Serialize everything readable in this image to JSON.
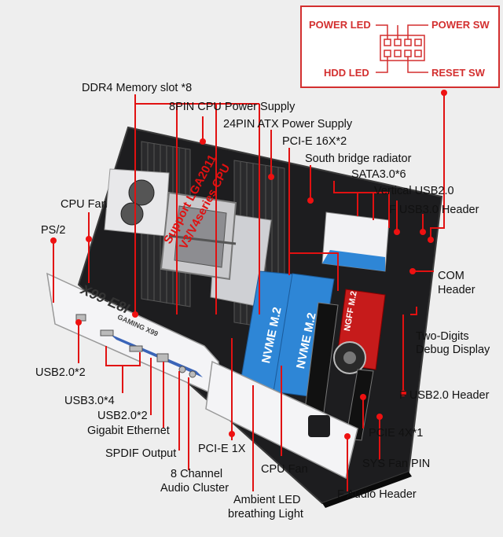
{
  "header_pins": {
    "power_led": "POWER LED",
    "power_sw": "POWER SW",
    "hdd_led": "HDD LED",
    "reset_sw": "RESET SW"
  },
  "labels": {
    "ddr4": "DDR4 Memory slot *8",
    "cpu_power": "8PIN CPU Power Supply",
    "atx_power": "24PIN ATX Power Supply",
    "pcie16": "PCI-E 16X*2",
    "south_bridge": "South bridge radiator",
    "sata": "SATA3.0*6",
    "vusb2": "Vertical USB2.0",
    "fusb3": "F USB3.0 Header",
    "cpu_fan_top": "CPU Fan",
    "ps2": "PS/2",
    "com_1": "COM",
    "com_2": "Header",
    "debug_1": "Two-Digits",
    "debug_2": "Debug Display",
    "usb2_2": "USB2.0*2",
    "fusb2": "F USB2.0 Header",
    "usb3_4": "USB3.0*4",
    "usb2_2b": "USB2.0*2",
    "gbe": "Gigabit Ethernet",
    "pcie4": "PCIE 4X*1",
    "spdif": "SPDIF Output",
    "pcie1": "PCI-E 1X",
    "sys_fan": "SYS Fan PIN",
    "audio_1": "8 Channel",
    "audio_2": "Audio Cluster",
    "cpu_fan_bottom": "CPU Fan",
    "f_audio": "F Audio Header",
    "led_1": "Ambient LED",
    "led_2": "breathing Light"
  },
  "board_text": {
    "support_1": "Support LGA2011",
    "support_2": "V3/V4series CPU",
    "nvme": "NVME M.2",
    "ngff": "NGFF M.2",
    "model": "X99-E8I",
    "gaming": "GAMING X99"
  },
  "colors": {
    "red": "#e11111",
    "nvme_blue": "#2e86d6",
    "ngff_red": "#c61b1b",
    "pcb": "#1d1d1f",
    "io_white": "#f4f4f6"
  }
}
